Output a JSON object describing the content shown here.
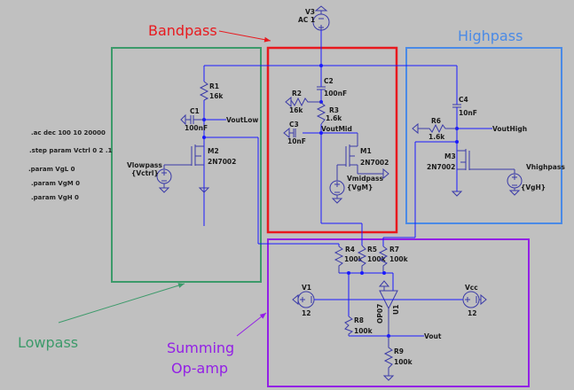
{
  "annotations": {
    "bandpass": {
      "label": "Bandpass",
      "color": "#e8191e"
    },
    "highpass": {
      "label": "Highpass",
      "color": "#4a8ae6"
    },
    "lowpass": {
      "label": "Lowpass",
      "color": "#3c9a6a"
    },
    "summing_line1": "Summing",
    "summing_line2": "Op-amp",
    "summing_color": "#9320e6"
  },
  "directives": [
    ".ac dec 100 10 20000",
    ".step param Vctrl 0 2 .1",
    ".param VgL 0",
    ".param VgM 0",
    ".param VgH 0"
  ],
  "components": {
    "V3": {
      "name": "V3",
      "value": "AC 1"
    },
    "R1": {
      "name": "R1",
      "value": "16k"
    },
    "C1": {
      "name": "C1",
      "value": "100nF"
    },
    "M2": {
      "name": "M2",
      "value": "2N7002"
    },
    "Vlowpass": {
      "name": "Vlowpass",
      "value": "{Vctrl}"
    },
    "C2": {
      "name": "C2",
      "value": "100nF"
    },
    "R2": {
      "name": "R2",
      "value": "16k"
    },
    "R3": {
      "name": "R3",
      "value": "1.6k"
    },
    "C3": {
      "name": "C3",
      "value": "10nF"
    },
    "M1": {
      "name": "M1",
      "value": "2N7002"
    },
    "Vmidpass": {
      "name": "Vmidpass",
      "value": "{VgM}"
    },
    "C4": {
      "name": "C4",
      "value": "10nF"
    },
    "R6": {
      "name": "R6",
      "value": "1.6k"
    },
    "M3": {
      "name": "M3",
      "value": "2N7002"
    },
    "Vhighpass": {
      "name": "Vhighpass",
      "value": "{VgH}"
    },
    "R4": {
      "name": "R4",
      "value": "100k"
    },
    "R5": {
      "name": "R5",
      "value": "100k"
    },
    "R7": {
      "name": "R7",
      "value": "100k"
    },
    "R8": {
      "name": "R8",
      "value": "100k"
    },
    "R9": {
      "name": "R9",
      "value": "100k"
    },
    "V1": {
      "name": "V1",
      "value": "12"
    },
    "Vcc": {
      "name": "Vcc",
      "value": "12"
    },
    "U1": {
      "name": "U1",
      "value": "OP07"
    }
  },
  "nets": {
    "VoutLow": "VoutLow",
    "VoutMid": "VoutMid",
    "VoutHigh": "VoutHigh",
    "Vout": "Vout"
  }
}
